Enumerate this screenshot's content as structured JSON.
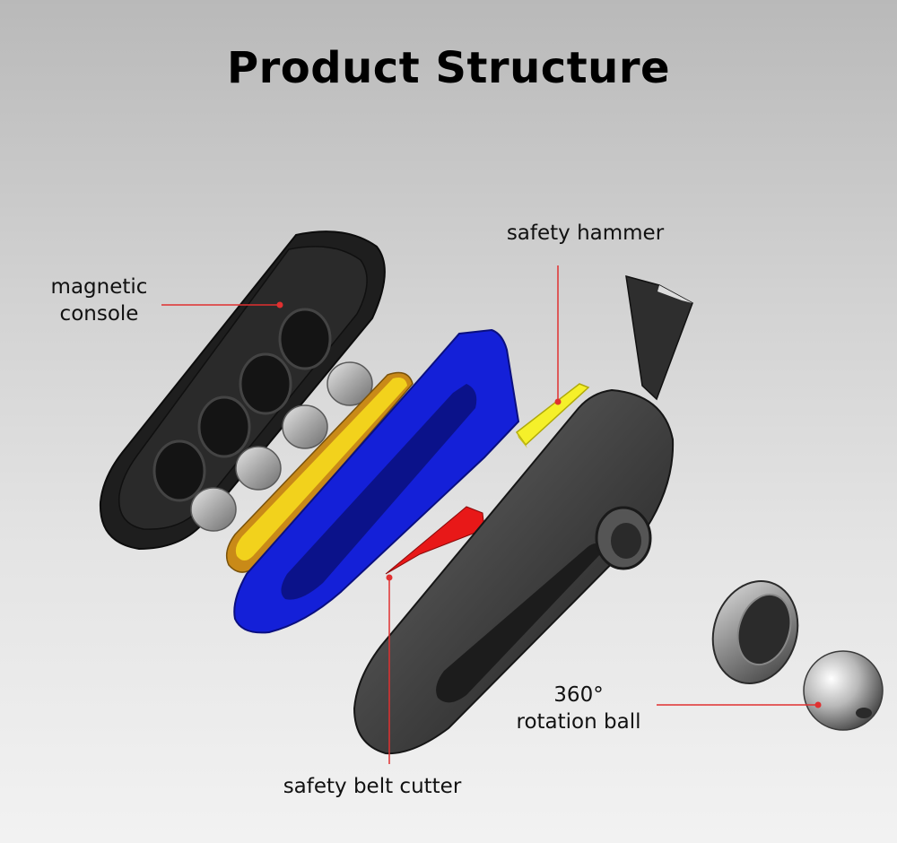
{
  "title": "Product Structure",
  "labels": {
    "magnetic_console_1": "magnetic",
    "magnetic_console_2": "console",
    "safety_hammer": "safety hammer",
    "rotation_ball_1": "360°",
    "rotation_ball_2": "rotation ball",
    "safety_belt_cutter": "safety belt cutter"
  },
  "colors": {
    "leader_line": "#e03030",
    "console": "#1e1e1e",
    "blue_frame": "#1420d8",
    "yellow_plate": "#f2d21c",
    "orange_plate": "#c98a18",
    "hammer_pin": "#f5f02a",
    "cutter_blade": "#e81818",
    "outer_shell": "#3c3c3c",
    "magnets": "#b4b4b4"
  }
}
